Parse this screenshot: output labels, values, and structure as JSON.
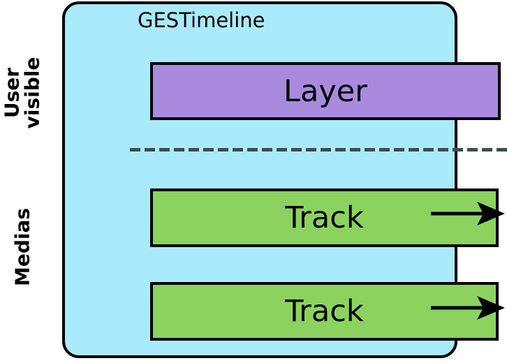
{
  "diagram": {
    "title": "GESTimeline",
    "side_labels": {
      "user_visible_line1": "User",
      "user_visible_line2": "visible",
      "medias": "Medias"
    },
    "nodes": [
      {
        "id": "layer",
        "label": "Layer",
        "fill": "#a98ade"
      },
      {
        "id": "track-1",
        "label": "Track",
        "fill": "#8bd35e"
      },
      {
        "id": "track-2",
        "label": "Track",
        "fill": "#8bd35e"
      }
    ],
    "separator": {
      "style": "dashed",
      "color": "#3d4d52"
    },
    "connections": [
      {
        "from": "track-1",
        "direction": "right",
        "style": "solid-arrow"
      },
      {
        "from": "track-2",
        "direction": "right",
        "style": "solid-arrow"
      }
    ],
    "colors": {
      "container_fill": "#a9ebfc",
      "layer_fill": "#a98ade",
      "track_fill": "#8bd35e",
      "dash": "#3d4d52",
      "border": "#000000",
      "arrow": "#000000",
      "text": "#000000",
      "page_background": "#ffffff"
    }
  }
}
